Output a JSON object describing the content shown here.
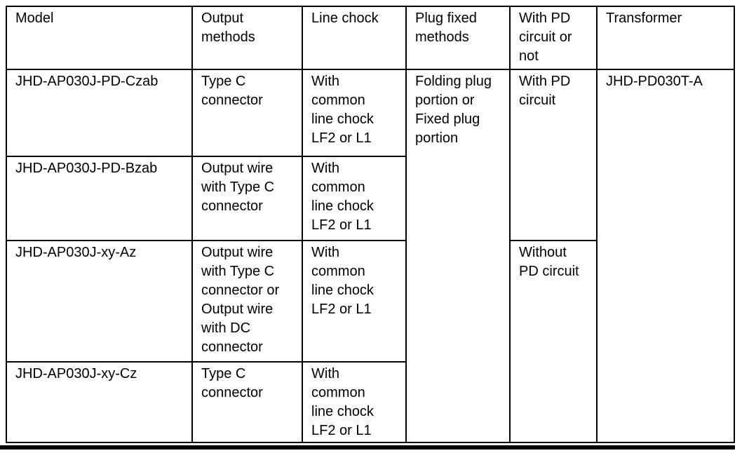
{
  "page": {
    "background_color": "#ffffff",
    "border_color": "#000000",
    "text_color": "#000000"
  },
  "table": {
    "header": {
      "model": "Model",
      "output_methods": "Output\nmethods",
      "line_chock": "Line chock",
      "plug_fixed_methods": "Plug fixed\nmethods",
      "pd_circuit_or_not": "With PD\ncircuit or\nnot",
      "transformer": "Transformer"
    },
    "rows": [
      {
        "model": "JHD-AP030J-PD-Czab",
        "output_methods": "Type C\nconnector",
        "line_chock": "With\ncommon\nline chock\nLF2 or L1"
      },
      {
        "model": "JHD-AP030J-PD-Bzab",
        "output_methods": "Output wire\nwith Type C\nconnector",
        "line_chock": "With\ncommon\nline chock\nLF2 or L1"
      },
      {
        "model": "JHD-AP030J-xy-Az",
        "output_methods": "Output wire\nwith Type C\nconnector or\nOutput wire\nwith DC\nconnector",
        "line_chock": "With\ncommon\nline chock\nLF2 or L1"
      },
      {
        "model": "JHD-AP030J-xy-Cz",
        "output_methods": "Type C\nconnector",
        "line_chock": "With\ncommon\nline chock\nLF2 or L1"
      }
    ],
    "merged_cells": {
      "plug_fixed_methods": "Folding plug\nportion or\nFixed plug\nportion",
      "with_pd": "With PD\ncircuit",
      "without_pd": "Without\nPD circuit",
      "transformer": "JHD-PD030T-A"
    }
  }
}
